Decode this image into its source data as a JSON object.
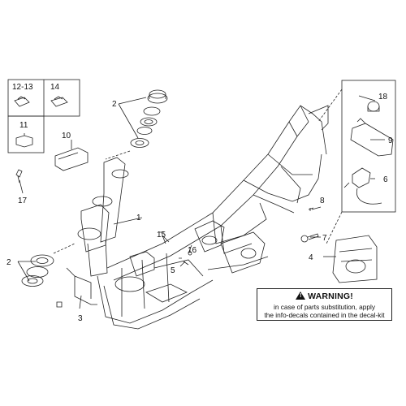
{
  "callouts": {
    "c12_13": "12-13",
    "c14": "14",
    "c11": "11",
    "c10": "10",
    "c17": "17",
    "c2a": "2",
    "c2b": "2",
    "c1": "1",
    "c3": "3",
    "c15": "15",
    "c16": "16",
    "c5": "5",
    "c18": "18",
    "c9": "9",
    "c6": "6",
    "c8": "8",
    "c7": "7",
    "c4": "4"
  },
  "warning": {
    "title": "WARNING!",
    "icon": "warning-triangle-icon",
    "line1": "in case of parts substitution, apply",
    "line2": "the info-decals contained in the decal-kit"
  }
}
